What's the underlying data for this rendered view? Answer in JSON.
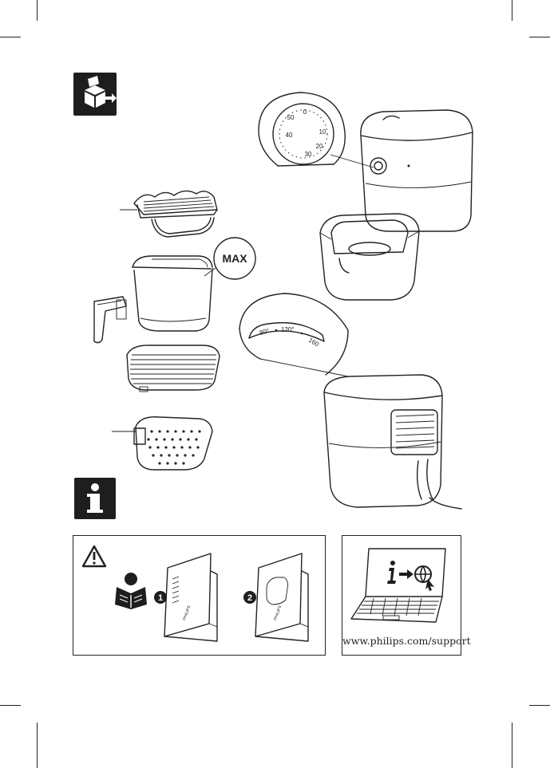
{
  "page": {
    "unpack_icon": "unpack-box-icon",
    "info_icon": "information-icon"
  },
  "dials": {
    "timer_labels": [
      "0",
      "10",
      "20",
      "30",
      "40",
      "50"
    ],
    "temp_labels": [
      "80°",
      "120°",
      "160"
    ]
  },
  "basket": {
    "max_label": "MAX"
  },
  "warning_panel": {
    "icon": "warning-triangle-icon",
    "reader_icon": "person-reading-icon",
    "booklet1_number": "1",
    "booklet2_number": "2",
    "brand": "PHILIPS"
  },
  "support_panel": {
    "laptop_icon": "laptop-info-globe-icon",
    "url": "www.philips.com/support"
  }
}
